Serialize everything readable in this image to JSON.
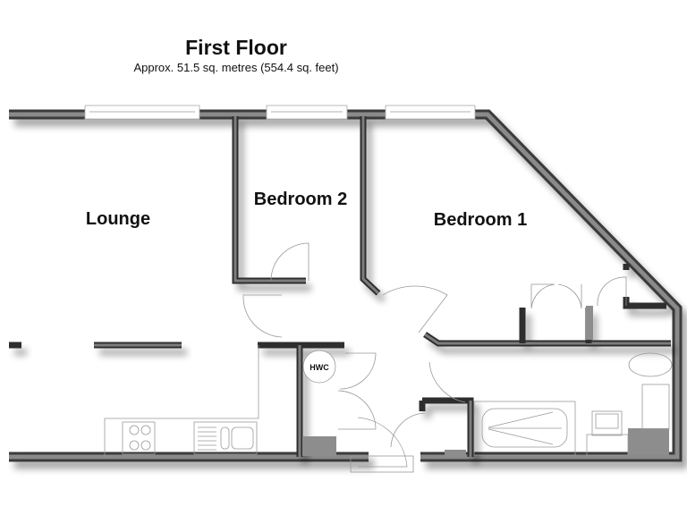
{
  "header": {
    "title": "First Floor",
    "subtitle": "Approx. 51.5 sq. metres (554.4 sq. feet)"
  },
  "rooms": [
    {
      "id": "lounge",
      "label": "Lounge"
    },
    {
      "id": "bedroom2",
      "label": "Bedroom 2"
    },
    {
      "id": "bedroom1",
      "label": "Bedroom 1"
    },
    {
      "id": "hwc",
      "label": "HWC"
    }
  ],
  "fixtures": {
    "kitchen": [
      "hob",
      "sink",
      "drainer"
    ],
    "bathroom": [
      "bath",
      "basin",
      "wc"
    ]
  },
  "colors": {
    "wall": "#3a3a3a",
    "wall_core": "#8a8a8a",
    "fixture_line": "#999999",
    "text": "#111111"
  }
}
